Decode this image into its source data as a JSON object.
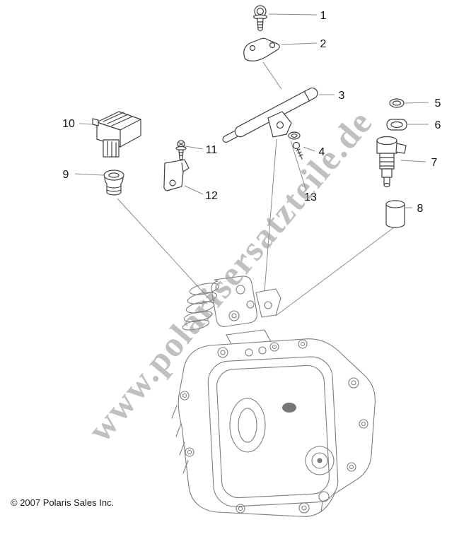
{
  "watermark": {
    "text": "www.polarisersatzteile.de"
  },
  "copyright": {
    "text": "© 2007 Polaris Sales Inc."
  },
  "diagram": {
    "callouts": [
      {
        "label": "1"
      },
      {
        "label": "2"
      },
      {
        "label": "3"
      },
      {
        "label": "4"
      },
      {
        "label": "5"
      },
      {
        "label": "6"
      },
      {
        "label": "7"
      },
      {
        "label": "8"
      },
      {
        "label": "9"
      },
      {
        "label": "10"
      },
      {
        "label": "11"
      },
      {
        "label": "12"
      },
      {
        "label": "13"
      }
    ]
  }
}
